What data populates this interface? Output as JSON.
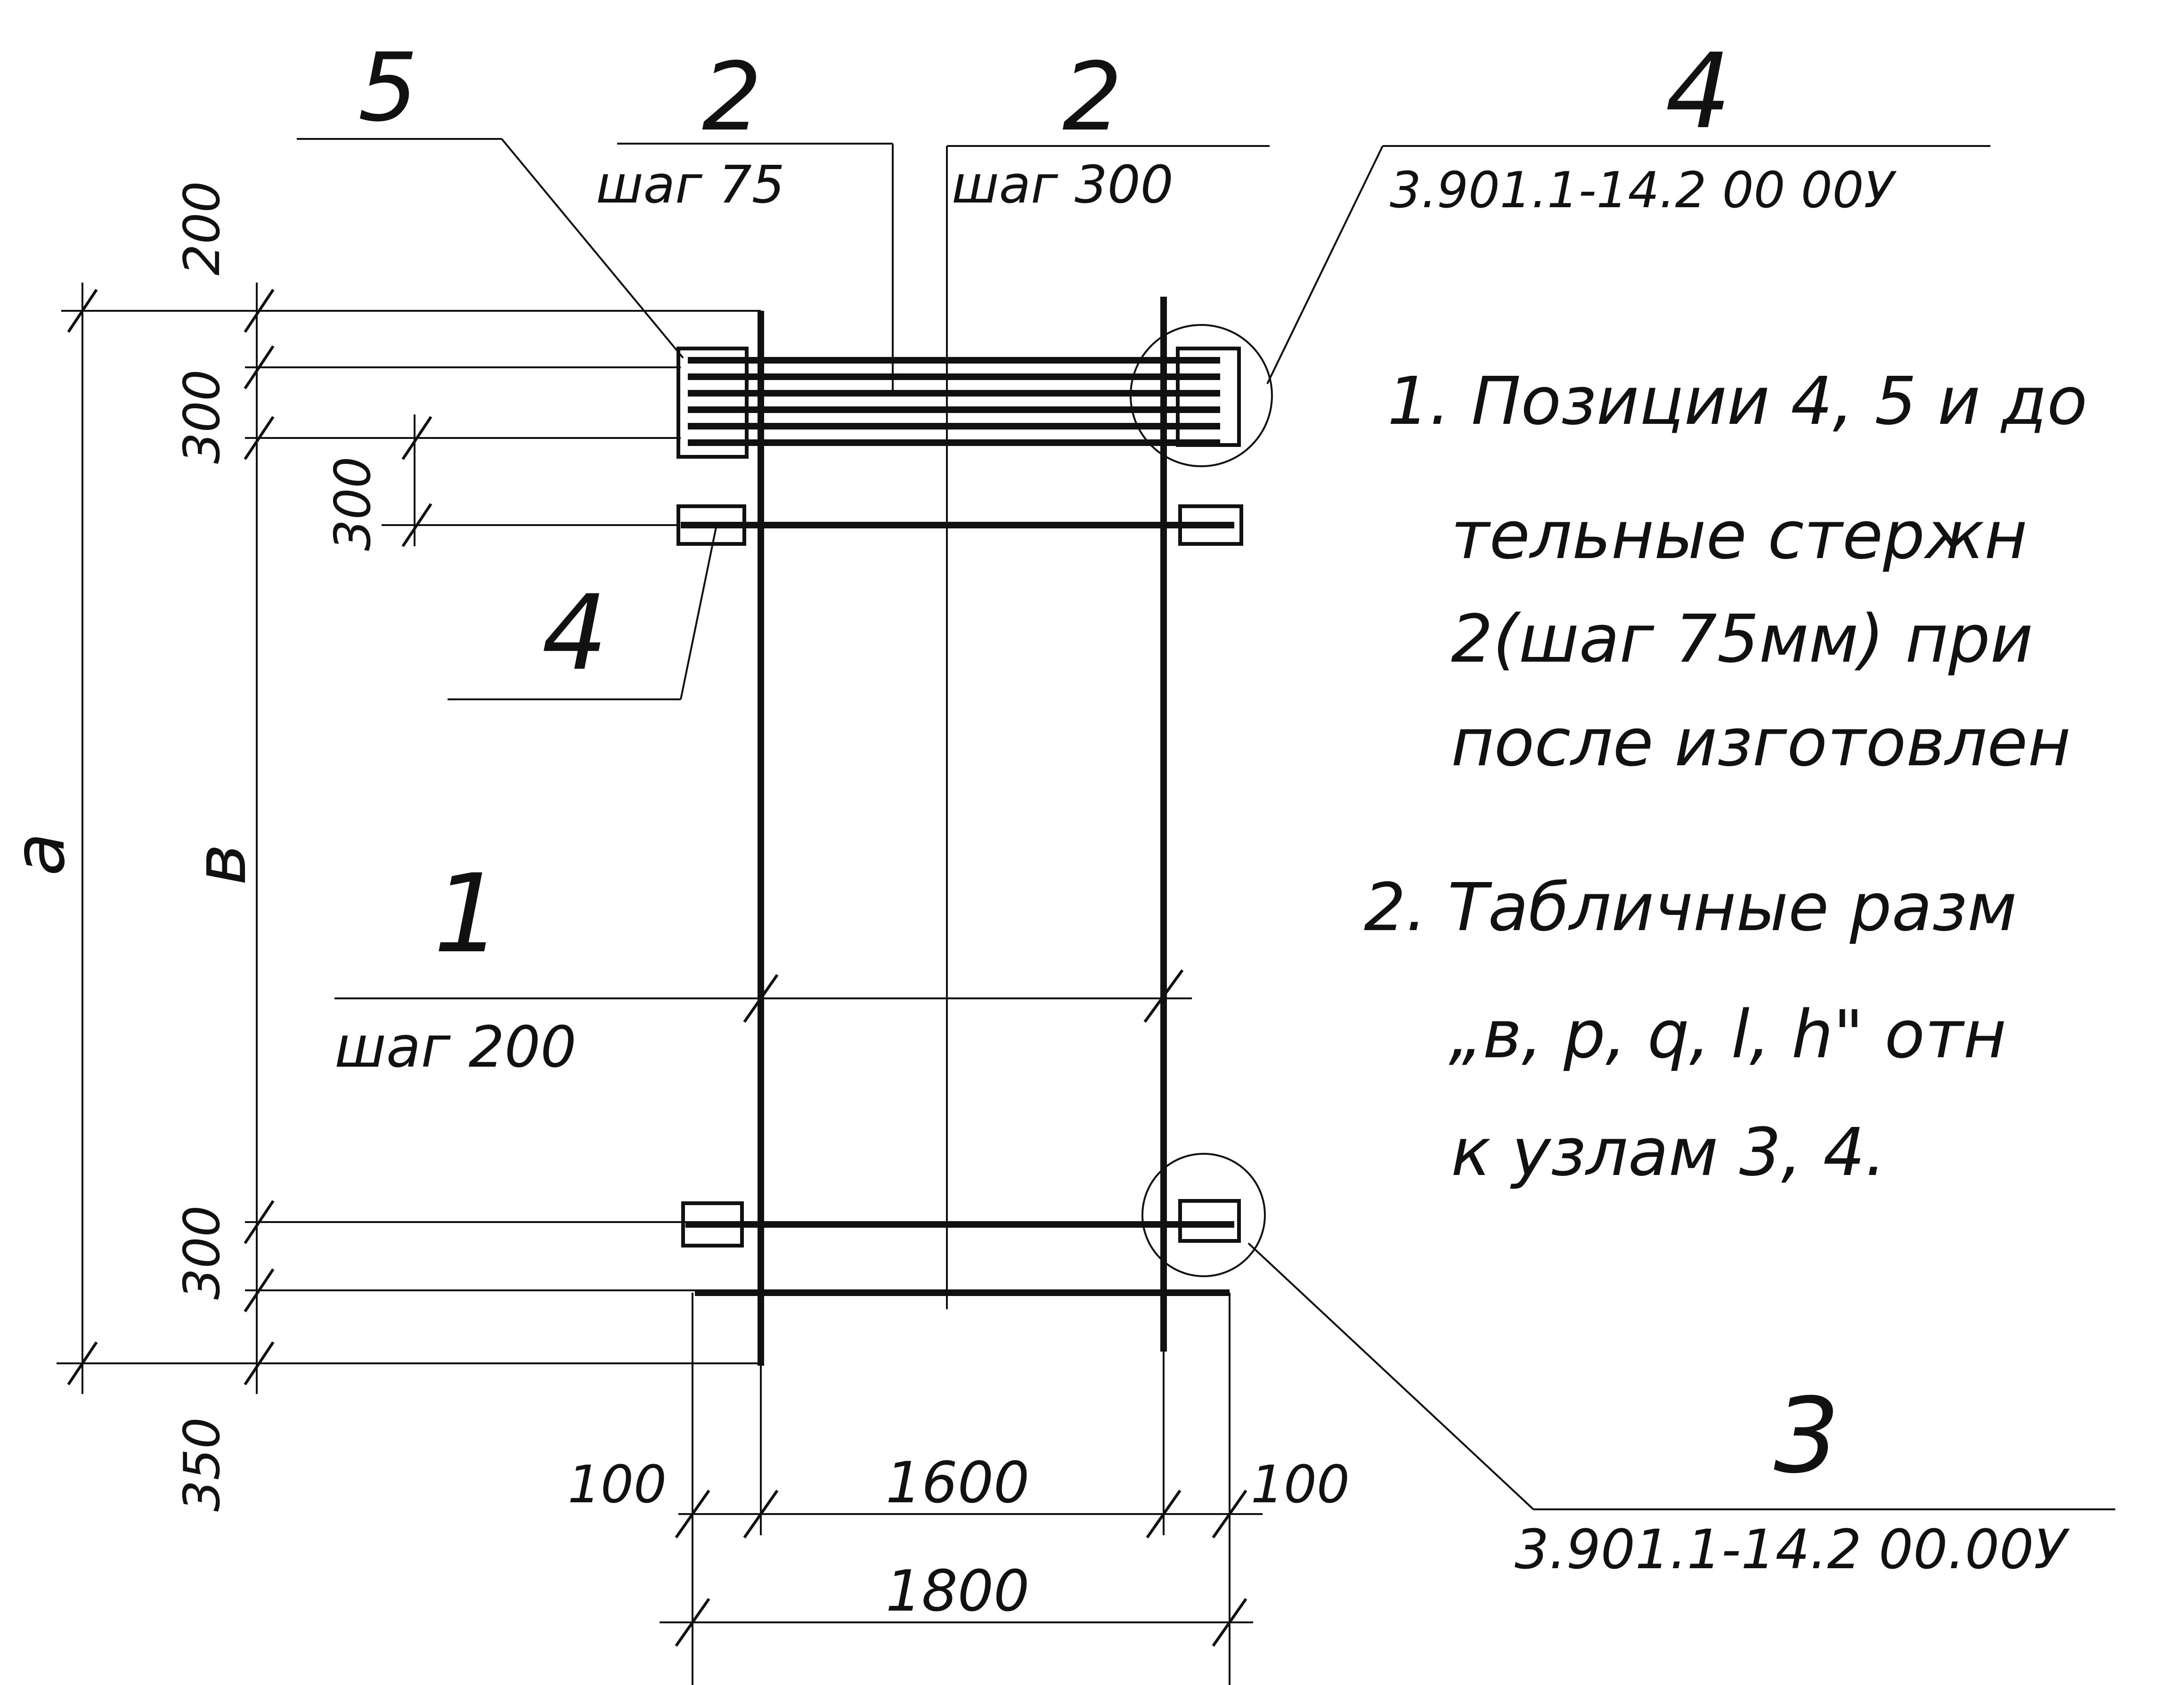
{
  "callouts": {
    "pos5": {
      "number": "5"
    },
    "pos2_left": {
      "number": "2",
      "step": "шаг 75"
    },
    "pos2_right": {
      "number": "2",
      "step": "шаг 300"
    },
    "pos4_top": {
      "number": "4",
      "ref": "3.901.1-14.2  00 00У"
    },
    "pos4_left": {
      "number": "4"
    },
    "pos1": {
      "number": "1",
      "step": "шаг 200"
    },
    "pos3": {
      "number": "3",
      "ref": "3.901.1-14.2  00.00У"
    }
  },
  "dimensions": {
    "v_200": "200",
    "v_300_a": "300",
    "v_300_b": "300",
    "v_300_c": "300",
    "v_350": "350",
    "h_100_left": "100",
    "h_1600": "1600",
    "h_100_right": "100",
    "h_1800": "1800",
    "label_a": "а",
    "label_b": "в"
  },
  "notes": [
    "1. Позиции 4, 5 и до",
    "тельные стержн",
    "2(шаг 75мм) при",
    "после изготовлен",
    "2. Табличные разм",
    "„в, р, q, l, h\" отн",
    "к узлам 3, 4."
  ]
}
